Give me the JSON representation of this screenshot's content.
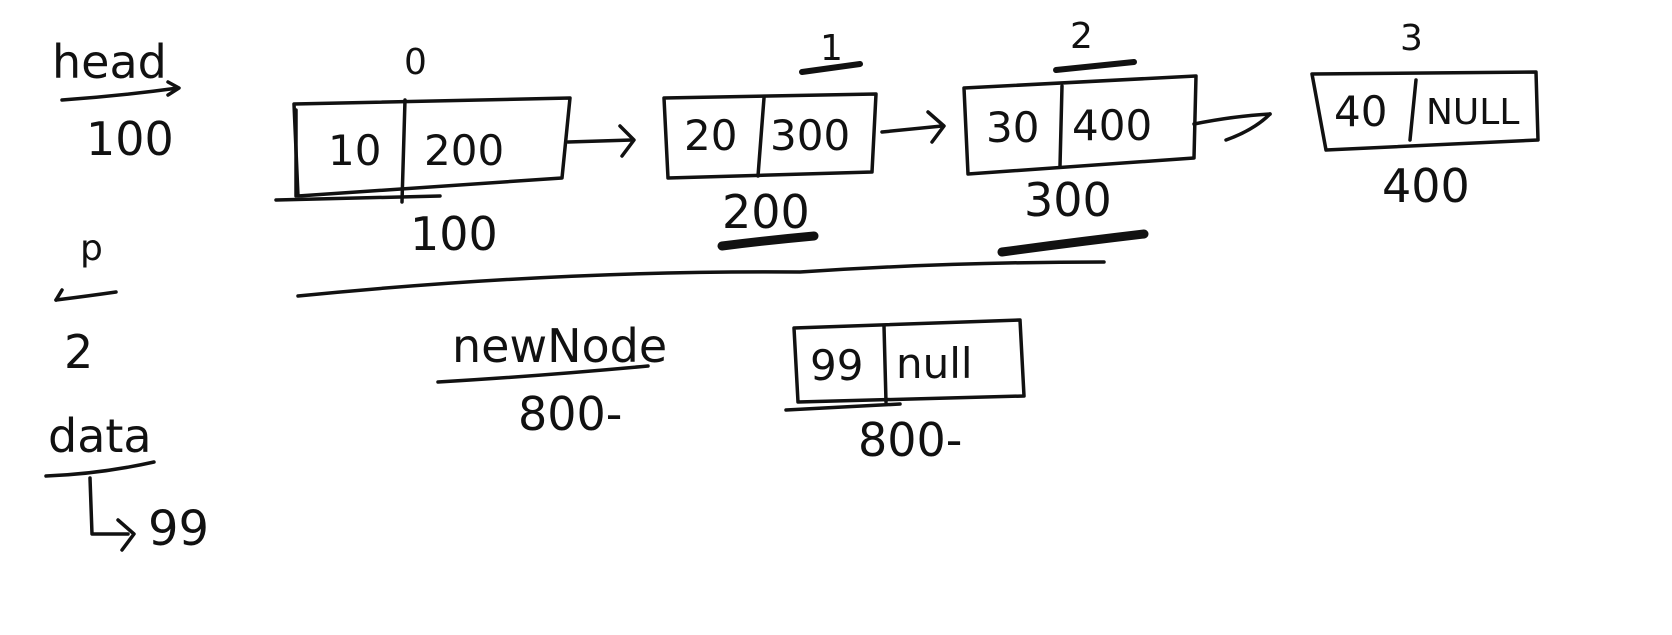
{
  "variables": {
    "head": {
      "name": "head",
      "value": "100"
    },
    "p": {
      "name": "p",
      "value": "2"
    },
    "data": {
      "name": "data",
      "value": "99"
    }
  },
  "nodes": [
    {
      "index": "0",
      "data": "10",
      "next": "200",
      "address": "100"
    },
    {
      "index": "1",
      "data": "20",
      "next": "300",
      "address": "200"
    },
    {
      "index": "2",
      "data": "30",
      "next": "400",
      "address": "300"
    },
    {
      "index": "3",
      "data": "40",
      "next": "NULL",
      "address": "400"
    }
  ],
  "new_node": {
    "label": "newNode",
    "label_value": "800-",
    "data": "99",
    "next": "null",
    "address": "800-"
  }
}
